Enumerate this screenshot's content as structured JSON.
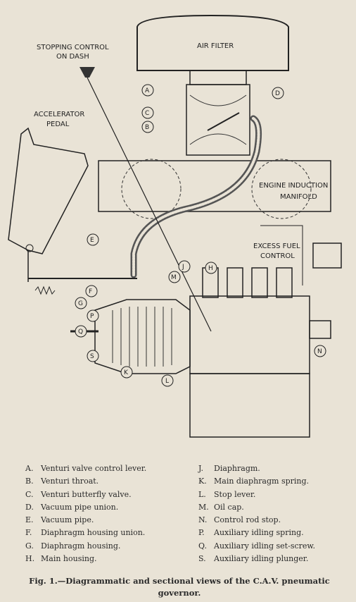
{
  "diagram": {
    "labels": {
      "air_filter": "AIR   FILTER",
      "stopping_control_1": "STOPPING CONTROL",
      "stopping_control_2": "ON DASH",
      "accelerator_1": "ACCELERATOR",
      "accelerator_2": "PEDAL",
      "engine_manifold_1": "ENGINE INDUCTION",
      "engine_manifold_2": "MANIFOLD",
      "excess_fuel_1": "EXCESS FUEL",
      "excess_fuel_2": "CONTROL"
    },
    "callouts": [
      "A",
      "B",
      "C",
      "D",
      "E",
      "F",
      "G",
      "H",
      "J",
      "K",
      "L",
      "M",
      "N",
      "P",
      "Q",
      "S"
    ]
  },
  "legend": {
    "left": [
      {
        "key": "A.",
        "text": "Venturi valve control lever."
      },
      {
        "key": "B.",
        "text": "Venturi throat."
      },
      {
        "key": "C.",
        "text": "Venturi butterfly valve."
      },
      {
        "key": "D.",
        "text": "Vacuum pipe union."
      },
      {
        "key": "E.",
        "text": "Vacuum pipe."
      },
      {
        "key": "F.",
        "text": "Diaphragm housing union."
      },
      {
        "key": "G.",
        "text": "Diaphragm housing."
      },
      {
        "key": "H.",
        "text": "Main housing."
      }
    ],
    "right": [
      {
        "key": "J.",
        "text": "Diaphragm."
      },
      {
        "key": "K.",
        "text": "Main diaphragm spring."
      },
      {
        "key": "L.",
        "text": "Stop lever."
      },
      {
        "key": "M.",
        "text": "Oil cap."
      },
      {
        "key": "N.",
        "text": "Control rod stop."
      },
      {
        "key": "P.",
        "text": "Auxiliary idling spring."
      },
      {
        "key": "Q.",
        "text": "Auxiliary idling set-screw."
      },
      {
        "key": "S.",
        "text": "Auxiliary idling plunger."
      }
    ]
  },
  "caption": "Fig. 1.—Diagrammatic and sectional views of the C.A.V. pneumatic governor."
}
